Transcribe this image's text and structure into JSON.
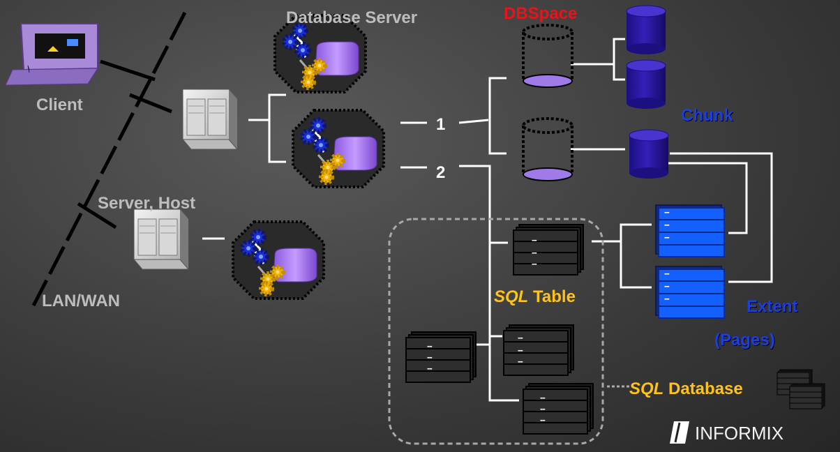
{
  "labels": {
    "database_server": "Database Server",
    "client": "Client",
    "server_host": "Server, Host",
    "lan_wan": "LAN/WAN",
    "dbspace": "DBSpace",
    "chunk": "Chunk",
    "extent": "Extent",
    "pages": "(Pages)",
    "one": "1",
    "two": "2",
    "sql_table_italic": "SQL",
    "sql_table_rest": " Table",
    "sql_database_italic": "SQL",
    "sql_database_rest": " Database",
    "logo": "INFORMIX"
  },
  "page_marks": "--",
  "colors": {
    "grey_label": "#bdbdbd",
    "dbspace": "#e8141a",
    "chunk_blue": "#1d3fe0",
    "sql_orange": "#ffc21a",
    "cylinder_purple": "#2a1a9e",
    "disk_lavender": "#b07ef0",
    "client_purple": "#a98ad8",
    "gear_blue": "#1c2fd6",
    "gear_yellow": "#f0b400",
    "extent_blue": "#1460ff"
  },
  "icons": [
    "client-computer-icon",
    "server-host-icon",
    "database-server-icon",
    "gear-icon",
    "cylinder-icon",
    "table-icon",
    "informix-logo-icon"
  ]
}
